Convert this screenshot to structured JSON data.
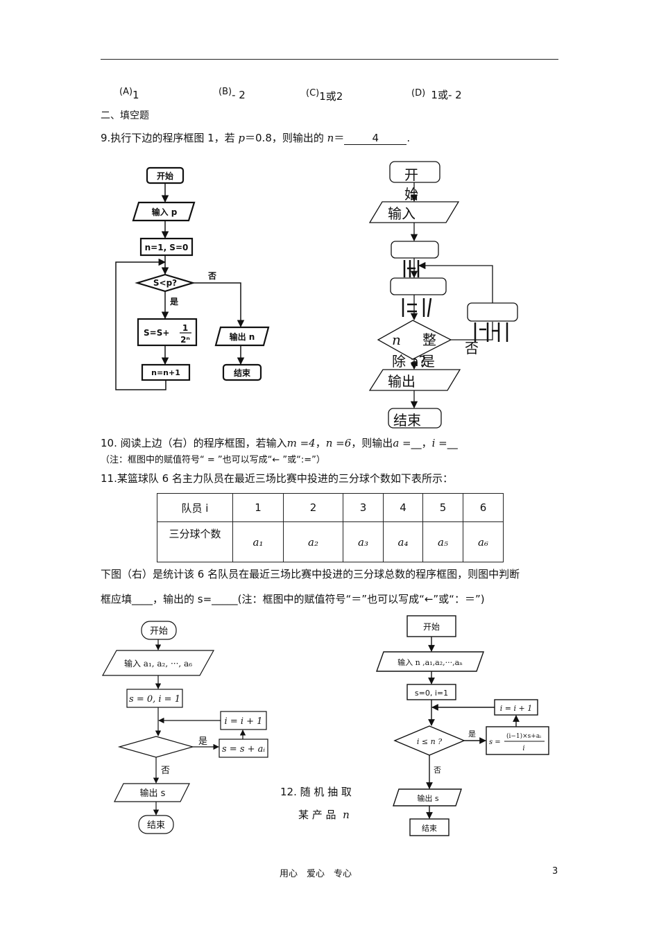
{
  "choices": {
    "a_label": "(A)",
    "a_value": "1",
    "b_label": "(B)",
    "b_value": "- 2",
    "c_label": "(C)",
    "c_value": "1或2",
    "d_label": "(D)",
    "d_value": "1或- 2"
  },
  "section_title": "二、填空题",
  "q9": {
    "number": "9.",
    "text_before": "执行下边的程序框图 1，若 ",
    "var_p": "p",
    "text_mid": "＝0.8，则输出的 ",
    "var_n": "n",
    "text_eq": "＝",
    "answer": "4",
    "end": "."
  },
  "fc1": {
    "start": "开始",
    "input": "输入 p",
    "init": "n=1, S=0",
    "cond": "S<p?",
    "no": "否",
    "yes": "是",
    "assign_prefix": "S=S+",
    "frac_num": "1",
    "frac_den": "2ⁿ",
    "output": "输出 n",
    "incr": "n=n+1",
    "end": "结束"
  },
  "fc2": {
    "start_1": "开",
    "start_2": "始",
    "input": "输入",
    "cond_n": "n",
    "cond_1": "整",
    "cond_2": "除 a?",
    "cond_yes": "是",
    "no": "否",
    "output": "输出",
    "end": "结束"
  },
  "q10": {
    "line1_a": "10. 阅读上边（右）的程序框图，若输入",
    "m_eq": "m =4",
    "comma": "，",
    "n_eq": "n =6",
    "line1_b": "，则输出",
    "a_eq": "a =",
    "blank_a": "__",
    "comma2": "，",
    "i_eq": "i =",
    "blank_i": "__",
    "line2": "（注：框图中的赋值符号“ = ”也可以写成“← ”或“:=”）"
  },
  "q11": {
    "text": "11.某篮球队 6 名主力队员在最近三场比赛中投进的三分球个数如下表所示：",
    "header_label": "队员 i",
    "columns": [
      "1",
      "2",
      "3",
      "4",
      "5",
      "6"
    ],
    "row_label": "三分球个数",
    "cells": [
      "a₁",
      "a₂",
      "a₃",
      "a₄",
      "a₅",
      "a₆"
    ],
    "after_1": "下图（右）是统计该 6 名队员在最近三场比赛中投进的三分球总数的程序框图，则图中判断",
    "after_2a": "框应填",
    "after_2_blank1": "____",
    "after_2b": "，输出的 s=",
    "after_2_blank2": "_____",
    "after_2c": "(注：框图中的赋值符号“＝”也可以写成“←”或“：＝”)"
  },
  "fc3": {
    "start": "开始",
    "input": "输入 a₁, a₂, ···, a₆",
    "init": "s = 0, i = 1",
    "incr": "i = i + 1",
    "yes": "是",
    "assign": "s = s + aᵢ",
    "no": "否",
    "output": "输出 s",
    "end": "结束"
  },
  "fc4": {
    "start": "开始",
    "input": "输入 n ,a₁,a₂,···,aₙ",
    "init": "s=0, i=1",
    "incr": "i = i + 1",
    "cond": "i ≤ n ?",
    "yes": "是",
    "assign_lhs": "s =",
    "assign_num": "(i−1)×s+aᵢ",
    "assign_den": "i",
    "no": "否",
    "output": "输出 s",
    "end": "结束"
  },
  "q12": {
    "line1": "12. 随 机 抽 取",
    "line2": "某 产 品",
    "var_n": "n"
  },
  "footer": {
    "motto": "用心　爱心　专心",
    "page_number": "3"
  }
}
